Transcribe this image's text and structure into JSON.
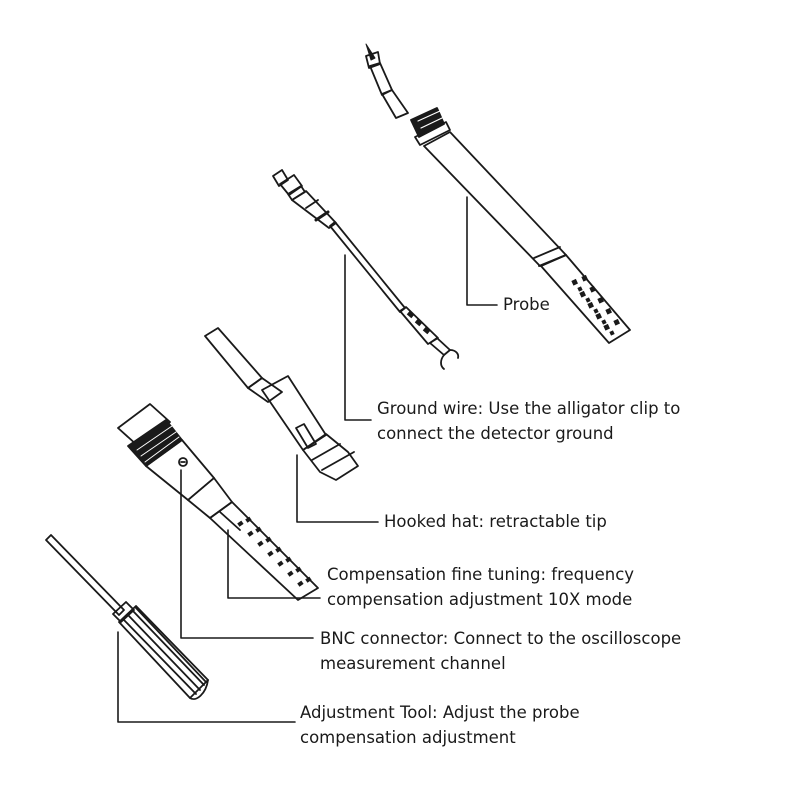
{
  "labels": {
    "probe": {
      "lines": [
        "Probe"
      ]
    },
    "ground_wire": {
      "lines": [
        "Ground wire: Use the alligator clip to",
        "connect the detector ground"
      ]
    },
    "hooked_hat": {
      "lines": [
        "Hooked hat: retractable tip"
      ]
    },
    "compensation": {
      "lines": [
        "Compensation fine tuning: frequency",
        "compensation adjustment 10X mode"
      ]
    },
    "bnc": {
      "lines": [
        "BNC connector: Connect to the oscilloscope",
        "measurement channel"
      ]
    },
    "adjustment_tool": {
      "lines": [
        "Adjustment Tool: Adjust the probe",
        "compensation adjustment"
      ]
    }
  },
  "colors": {
    "ink": "#1a1a1a",
    "background": "#ffffff"
  },
  "icons": [
    "probe-icon",
    "ground-wire-icon",
    "hooked-hat-icon",
    "bnc-connector-icon",
    "adjustment-tool-icon"
  ]
}
